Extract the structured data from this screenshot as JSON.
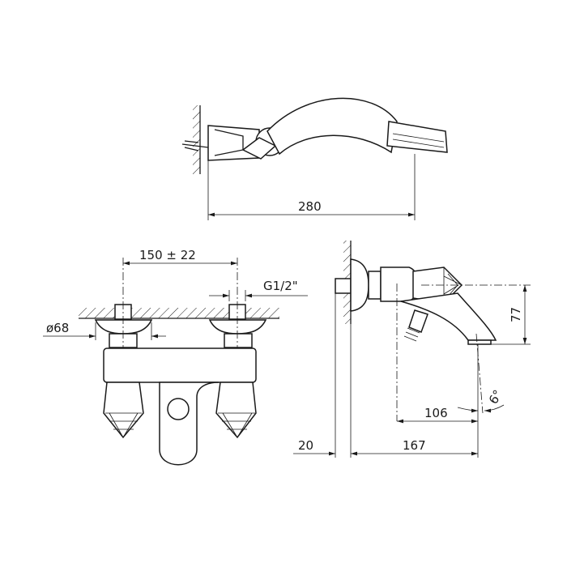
{
  "dimensions": {
    "handshower_length": "280",
    "inlet_spacing": "150 ± 22",
    "thread": "G1/2\"",
    "flange_diameter": "ø68",
    "wall_offset": "20",
    "spout_projection": "167",
    "spout_axis": "106",
    "spout_height": "77",
    "spout_angle": "6°"
  }
}
